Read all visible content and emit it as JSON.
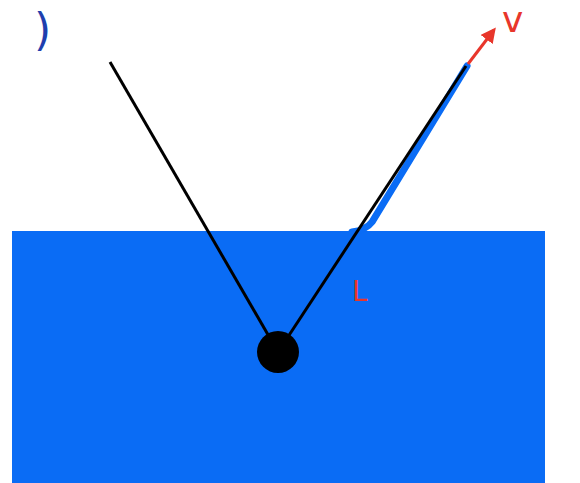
{
  "diagram": {
    "labels": [
      ")",
      "v",
      "L"
    ]
  }
}
